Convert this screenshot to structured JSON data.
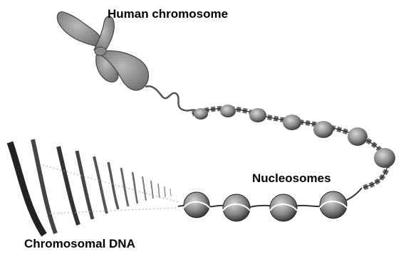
{
  "labels": {
    "chromosome": "Human chromosome",
    "nucleosomes": "Nucleosomes",
    "dna": "Chromosomal DNA"
  },
  "colors": {
    "chromosome_fill": "#9a9a9a",
    "chromosome_stroke": "#444444",
    "bead_fill": "#7d7d7d",
    "strand": "#555555",
    "dna_strand": "#2a2a2a"
  }
}
